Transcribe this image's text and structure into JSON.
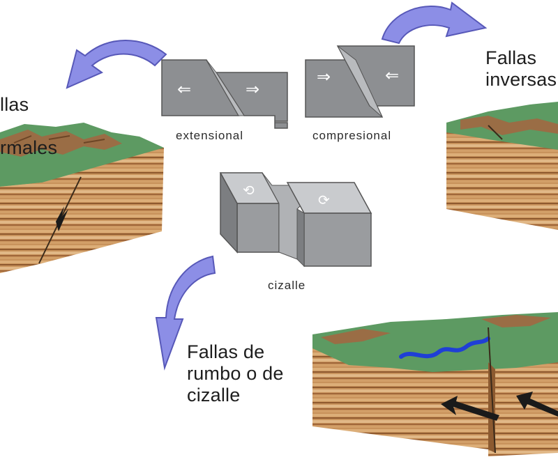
{
  "labels": {
    "normal_faults_line1": "llas",
    "normal_faults_line2": "rmales",
    "reverse_faults": "Fallas\ninversas",
    "strike_slip_faults": "Fallas de\nrumbo o de\ncizalle"
  },
  "captions": {
    "extensional": "extensional",
    "compressional": "compresional",
    "shear": "cizalle"
  },
  "colors": {
    "arrow": "#8c8ee6",
    "arrow_outline": "#5758b8",
    "block_face": "#8d8f92",
    "block_top": "#bdbfc2",
    "grass": "#5d9a62",
    "strata_light": "#d6a36d",
    "strata_dark": "#a56b3a",
    "river": "#1f3fd6"
  },
  "icons": [
    "arrow-left-icon",
    "arrow-right-icon",
    "curved-arrow-icon",
    "river-icon"
  ]
}
